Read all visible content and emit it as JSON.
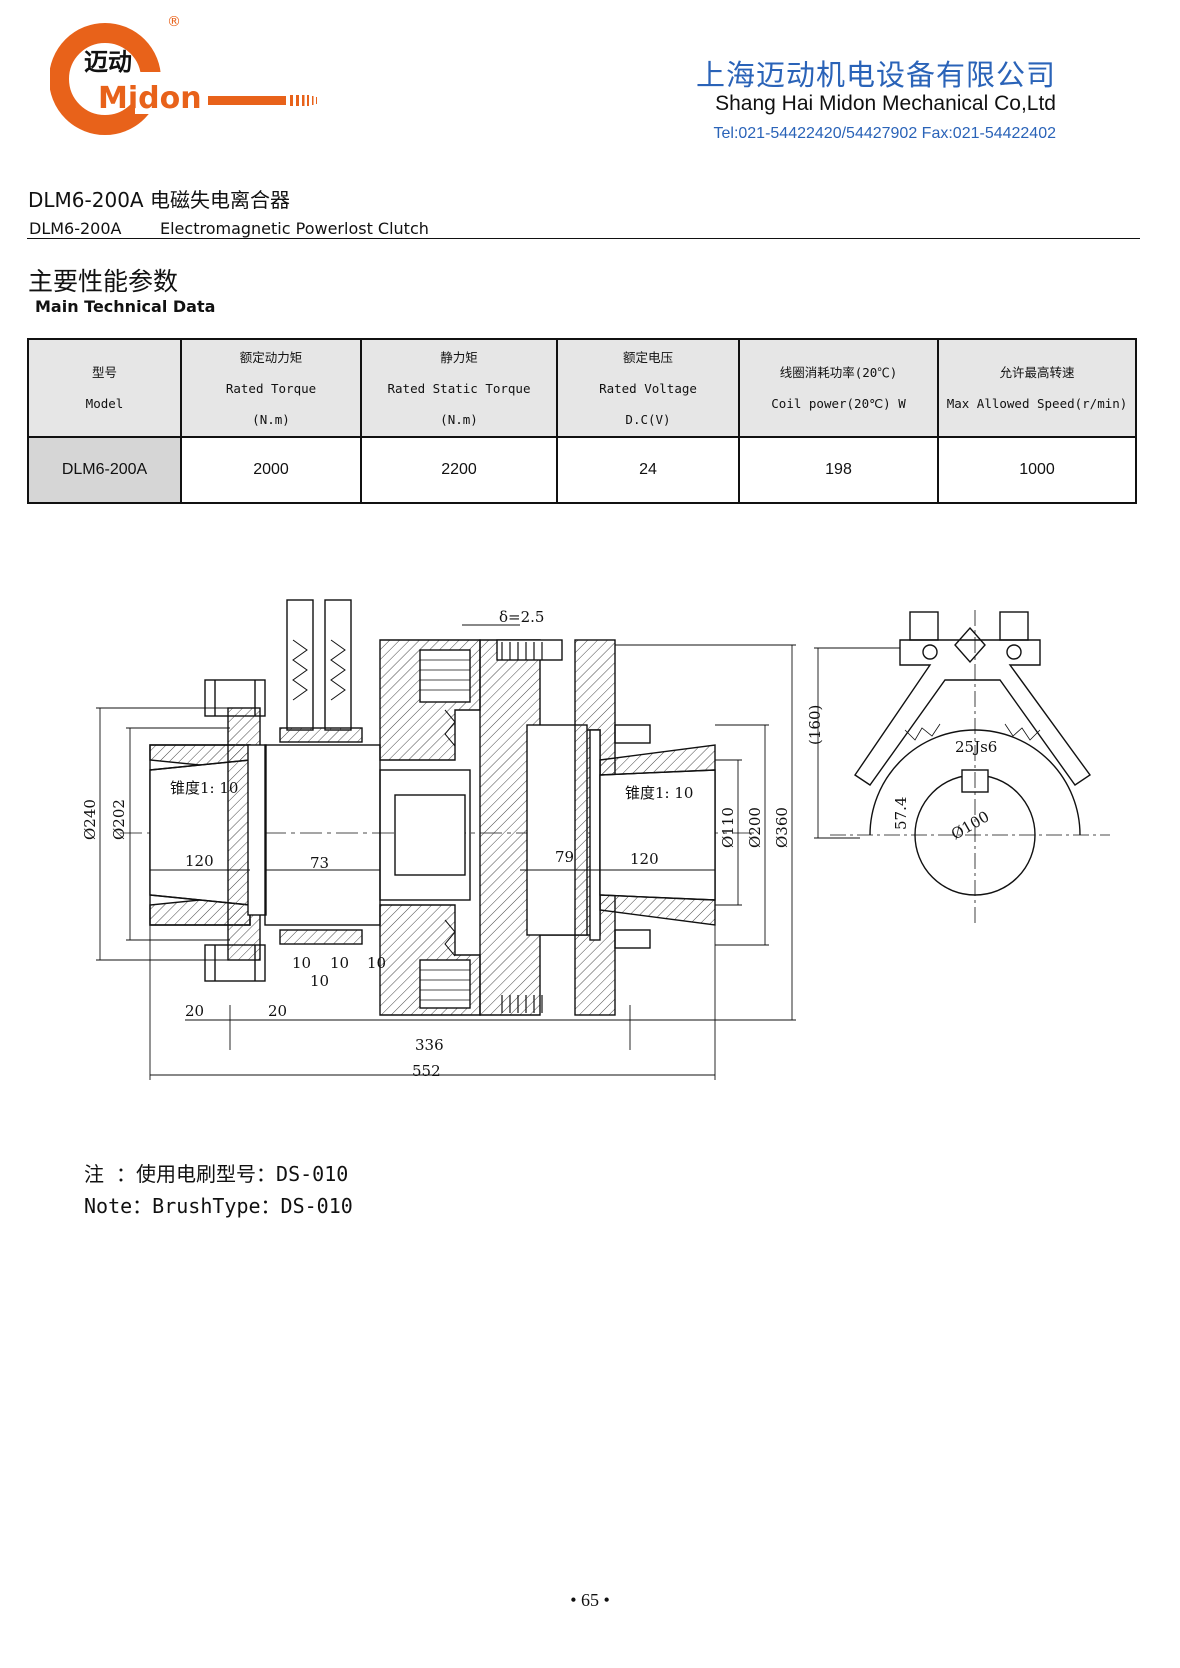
{
  "header": {
    "logo_text_cn": "迈动",
    "logo_text_en": "Midon",
    "registered_mark": "®",
    "company_cn": "上海迈动机电设备有限公司",
    "company_en": "Shang Hai Midon Mechanical Co,Ltd",
    "contact": "Tel:021-54422420/54427902 Fax:021-54422402"
  },
  "title": {
    "cn": "DLM6-200A 电磁失电离合器",
    "en_model": "DLM6-200A",
    "en_name": "Electromagnetic Powerlost Clutch"
  },
  "section": {
    "cn": "主要性能参数",
    "en": "Main Technical Data"
  },
  "table": {
    "headers": [
      [
        "型号",
        "Model"
      ],
      [
        "额定动力矩",
        "Rated Torque",
        "(N.m)"
      ],
      [
        "静力矩",
        "Rated Static Torque",
        "(N.m)"
      ],
      [
        "额定电压",
        "Rated Voltage",
        "D.C(V)"
      ],
      [
        "线圈消耗功率(20℃)",
        "Coil  power(20℃) W"
      ],
      [
        "允许最高转速",
        "Max Allowed Speed(r/min)"
      ]
    ],
    "row": [
      "DLM6-200A",
      "2000",
      "2200",
      "24",
      "198",
      "1000"
    ]
  },
  "drawing": {
    "dims": {
      "delta": "δ=2.5",
      "d240": "Ø240",
      "d202": "Ø202",
      "d110": "Ø110",
      "d200": "Ø200",
      "d360": "Ø360",
      "taper_left": "锥度1: 10",
      "taper_right": "锥度1: 10",
      "l120a": "120",
      "l73": "73",
      "l79": "79",
      "l120b": "120",
      "l10a": "10",
      "l10b": "10",
      "l10c": "10",
      "l10d": "10",
      "l20a": "20",
      "l20b": "20",
      "l336": "336",
      "l552": "552",
      "h160": "(160)",
      "key": "25Js6",
      "h574": "57.4",
      "d100": "Ø100"
    }
  },
  "note": {
    "cn": "注 ：使用电刷型号：DS-010",
    "en": "Note：BrushType：DS-010"
  },
  "page": "• 65 •"
}
